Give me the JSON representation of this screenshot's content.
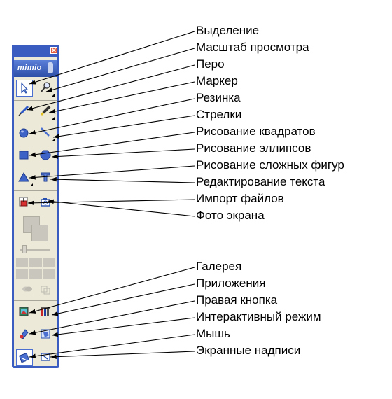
{
  "toolbar": {
    "logo_text": "mimio",
    "close_symbol": "✕"
  },
  "labels": [
    {
      "id": "select",
      "text": "Выделение"
    },
    {
      "id": "zoom",
      "text": "Масштаб просмотра"
    },
    {
      "id": "pen",
      "text": "Перо"
    },
    {
      "id": "marker",
      "text": "Маркер"
    },
    {
      "id": "eraser",
      "text": "Резинка"
    },
    {
      "id": "arrows",
      "text": "Стрелки"
    },
    {
      "id": "rectangles",
      "text": "Рисование квадратов"
    },
    {
      "id": "ellipses",
      "text": "Рисование эллипсов"
    },
    {
      "id": "complex-shapes",
      "text": "Рисование сложных фигур"
    },
    {
      "id": "text-edit",
      "text": "Редактирование текста"
    },
    {
      "id": "import",
      "text": "Импорт файлов"
    },
    {
      "id": "screenshot",
      "text": "Фото экрана"
    },
    {
      "id": "gallery",
      "text": "Галерея"
    },
    {
      "id": "applications",
      "text": "Приложения"
    },
    {
      "id": "right-button",
      "text": "Правая кнопка"
    },
    {
      "id": "interactive",
      "text": "Интерактивный режим"
    },
    {
      "id": "mouse",
      "text": "Мышь"
    },
    {
      "id": "screen-notes",
      "text": "Экранные надписи"
    }
  ],
  "colors": {
    "frame": "#3a5bbf",
    "panel": "#ece9d8",
    "active_border": "#4a6fd0",
    "disabled": "#c9c7bd"
  },
  "icons": [
    "select-arrow-icon",
    "zoom-icon",
    "pen-icon",
    "marker-icon",
    "eraser-icon",
    "arrow-line-icon",
    "rectangle-icon",
    "ellipse-icon",
    "triangle-icon",
    "text-icon",
    "import-icon",
    "camera-icon",
    "gallery-icon",
    "applications-icon",
    "right-button-icon",
    "interactive-icon",
    "mouse-icon",
    "screen-notes-icon"
  ]
}
